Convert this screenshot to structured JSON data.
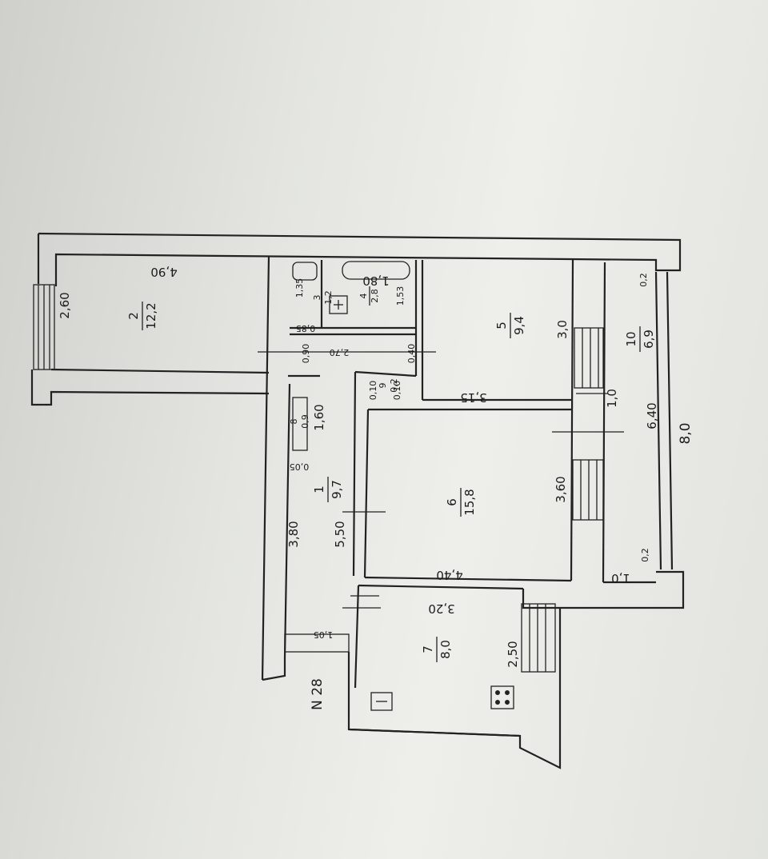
{
  "plan_number": "N 28",
  "rooms": [
    {
      "id": "1",
      "number": "1",
      "area": "9,7"
    },
    {
      "id": "2",
      "number": "2",
      "area": "12,2"
    },
    {
      "id": "3",
      "number": "3",
      "area": "1,2"
    },
    {
      "id": "4",
      "number": "4",
      "area": "2,8"
    },
    {
      "id": "5",
      "number": "5",
      "area": "9,4"
    },
    {
      "id": "6",
      "number": "6",
      "area": "15,8"
    },
    {
      "id": "7",
      "number": "7",
      "area": "8,0"
    },
    {
      "id": "8",
      "number": "8",
      "area": "0,9"
    },
    {
      "id": "9",
      "number": "9",
      "area": "0,2"
    },
    {
      "id": "10",
      "number": "10",
      "area": "6,9"
    }
  ],
  "dimensions": {
    "d_490": "4,90",
    "d_260": "2,60",
    "d_180": "1,80",
    "d_153": "1,53",
    "d_135": "1,35",
    "d_085": "0,85",
    "d_270": "2,70",
    "d_090": "0,90",
    "d_040": "0,40",
    "d_160": "1,60",
    "d_005": "0,05",
    "d_010_a": "0,10",
    "d_010_b": "0,10",
    "d_380": "3,80",
    "d_550": "5,50",
    "d_315": "3,15",
    "d_30": "3,0",
    "d_10_a": "1,0",
    "d_10_b": "1,0",
    "d_360": "3,60",
    "d_440": "4,40",
    "d_640": "6,40",
    "d_80": "8,0",
    "d_02_a": "0,2",
    "d_02_b": "0,2",
    "d_320": "3,20",
    "d_250": "2,50",
    "d_105": "1,05"
  }
}
